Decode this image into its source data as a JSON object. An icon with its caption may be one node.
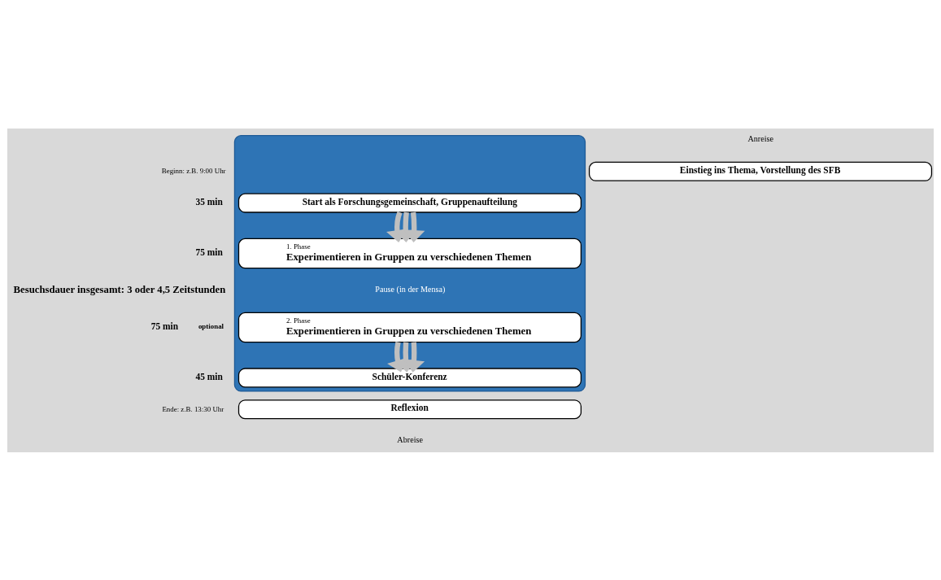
{
  "diagram": {
    "nodes": [
      {
        "text": [
          "Einstieg ins Thema, Vorstellung des SFB"
        ]
      },
      {
        "text": [],
        "shape": "box"
      },
      {
        "text": [
          "Start als Forschungsgemeinschaft, Gruppenaufteilung"
        ],
        "in": 1
      },
      {
        "text": [
          "1. Phase",
          "Experimentieren in Gruppen zu verschiedenen Themen"
        ],
        "in": 1
      },
      {
        "text": [
          "2. Phase",
          "Experimentieren in Gruppen zu verschiedenen Themen"
        ],
        "in": 1
      },
      {
        "text": [
          "Schüler-Konferenz"
        ],
        "in": 1
      },
      {
        "text": [
          "Reflexion"
        ]
      }
    ],
    "edges": [
      {
        "from": 2,
        "to": 3,
        "arrow": "to"
      },
      {
        "from": 2,
        "to": 3,
        "arrow": "to"
      },
      {
        "from": 2,
        "to": 3,
        "arrow": "to"
      },
      {
        "from": 4,
        "to": 5,
        "arrow": "to"
      },
      {
        "from": 4,
        "to": 5,
        "arrow": "to"
      },
      {
        "from": 4,
        "to": 5,
        "arrow": "to"
      }
    ],
    "labels": [
      "Anreise",
      "Beginn: z.B. 9:00 Uhr",
      "35 min",
      "75 min",
      "Besuchsdauer insgesamt: 3 oder 4,5 Zeitstunden",
      "Pause (in der Mensa)",
      "75 min",
      "optional",
      "45 min",
      "Ende: z.B. 13:30 Uhr",
      "Abreise"
    ]
  }
}
